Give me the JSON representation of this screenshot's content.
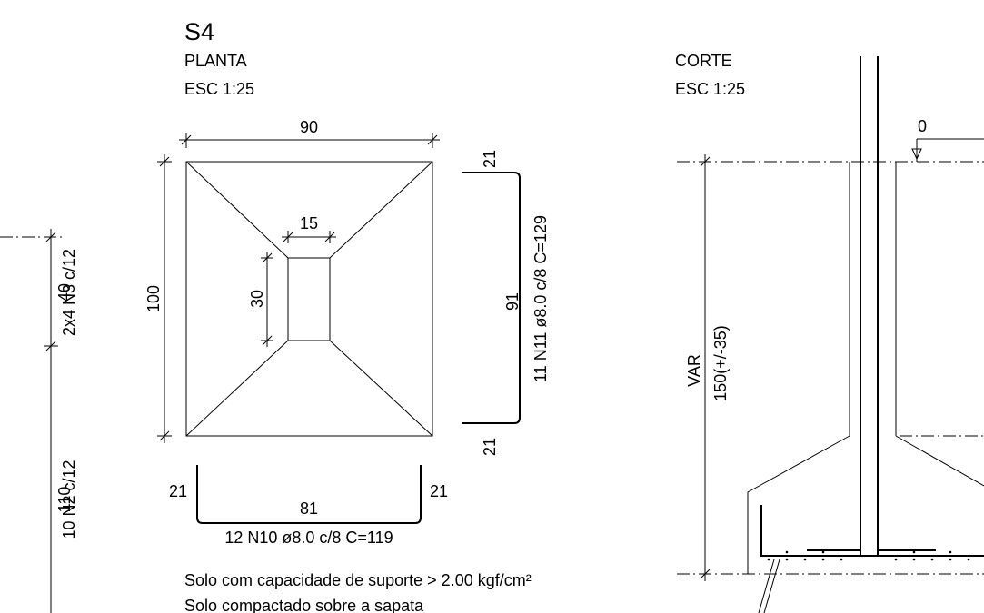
{
  "plan": {
    "title": "S4",
    "label": "PLANTA",
    "scale": "ESC 1:25",
    "dim_width": "90",
    "dim_height": "100",
    "dim_pillar_width": "15",
    "dim_pillar_height": "30"
  },
  "bar_right": {
    "top_hook": "21",
    "length": "91",
    "bottom_hook": "21",
    "label": "11 N11 ø8.0 c/8 C=129"
  },
  "bar_bottom": {
    "left_hook": "21",
    "length": "81",
    "right_hook": "21",
    "label": "12 N10 ø8.0 c/8 C=119"
  },
  "notes": [
    "Solo com capacidade de suporte > 2.00 kgf/cm²",
    "Solo compactado sobre a sapata"
  ],
  "left_column": {
    "dim_top": "40",
    "label_top": "2x4 N3 c/12",
    "dim_bottom": "110",
    "label_bottom": "10 N2 c/12"
  },
  "section": {
    "label": "CORTE",
    "scale": "ESC 1:25",
    "level": "0",
    "var_label": "VAR",
    "var_value": "150(+/-35)"
  }
}
